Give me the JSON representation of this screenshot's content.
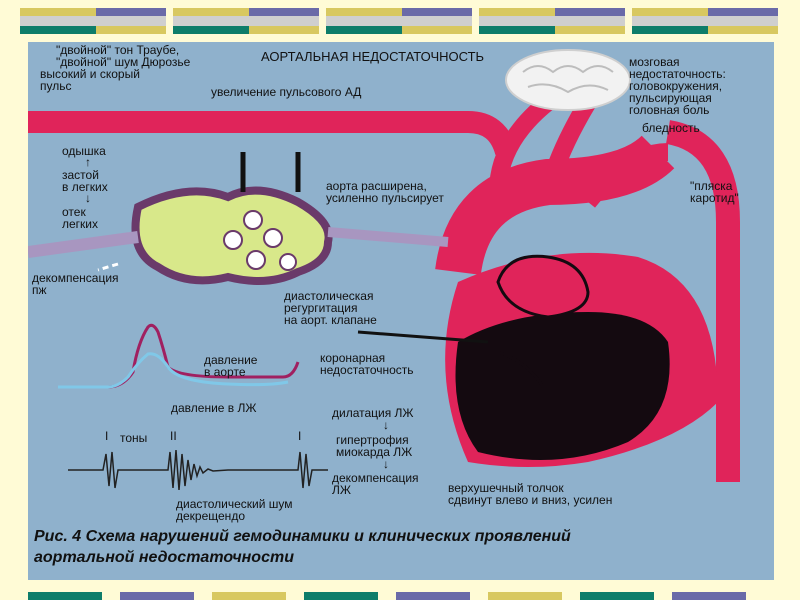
{
  "title": "АОРТАЛЬНАЯ НЕДОСТАТОЧНОСТЬ",
  "labels": {
    "traube_1": "\"двойной\" тон Траубе,",
    "traube_2": "\"двойной\" шум Дюрозье",
    "traube_3": "высокий и скорый",
    "traube_4": "пульс",
    "pulse_bp": "увеличение пульсового АД",
    "brain_1": "мозговая",
    "brain_2": "недостаточность:",
    "brain_3": "головокружения,",
    "brain_4": "пульсирующая",
    "brain_5": "головная боль",
    "pallor": "бледность",
    "carotid_1": "\"пляска",
    "carotid_2": "каротид\"",
    "dyspnea": "одышка",
    "congestion_1": "застой",
    "congestion_2": "в легких",
    "edema_1": "отек",
    "edema_2": "легких",
    "rv_decomp_1": "декомпенсация",
    "rv_decomp_2": "пж",
    "aorta_1": "аорта расширена,",
    "aorta_2": "усиленно пульсирует",
    "regurg_1": "диастолическая",
    "regurg_2": "регургитация",
    "regurg_3": "на аорт. клапане",
    "coronary_1": "коронарная",
    "coronary_2": "недостаточность",
    "aortic_pressure_1": "давление",
    "aortic_pressure_2": "в аорте",
    "lv_pressure": "давление в ЛЖ",
    "tone_i_left": "I",
    "tones": "тоны",
    "tone_ii": "II",
    "tone_i_right": "I",
    "murmur_1": "диастолический шум",
    "murmur_2": "декрещендо",
    "lv_dilation": "дилатация ЛЖ",
    "hypertrophy_1": "гипертрофия",
    "hypertrophy_2": "миокарда ЛЖ",
    "lv_decomp_1": "декомпенсация",
    "lv_decomp_2": "ЛЖ",
    "apex_1": "верхушечный толчок",
    "apex_2": "сдвинут влево и вниз, усилен"
  },
  "caption_line1": "Рис. 4 Схема нарушений гемодинамики и клинических проявлений",
  "caption_line2": "аортальной недостаточности",
  "colors": {
    "page_bg": "#fffbd6",
    "frame_bg": "#8fb1cc",
    "artery": "#e0245a",
    "heart_muscle": "#140a10",
    "lung_lines": "#6a3a6a",
    "lung_fill": "#d8e88a",
    "pressure_aorta": "#a02060",
    "pressure_lv": "#80c8e8",
    "bar_yellow": "#d8c860",
    "bar_green": "#0e7d6a",
    "bar_purple": "#6a6aa8"
  }
}
